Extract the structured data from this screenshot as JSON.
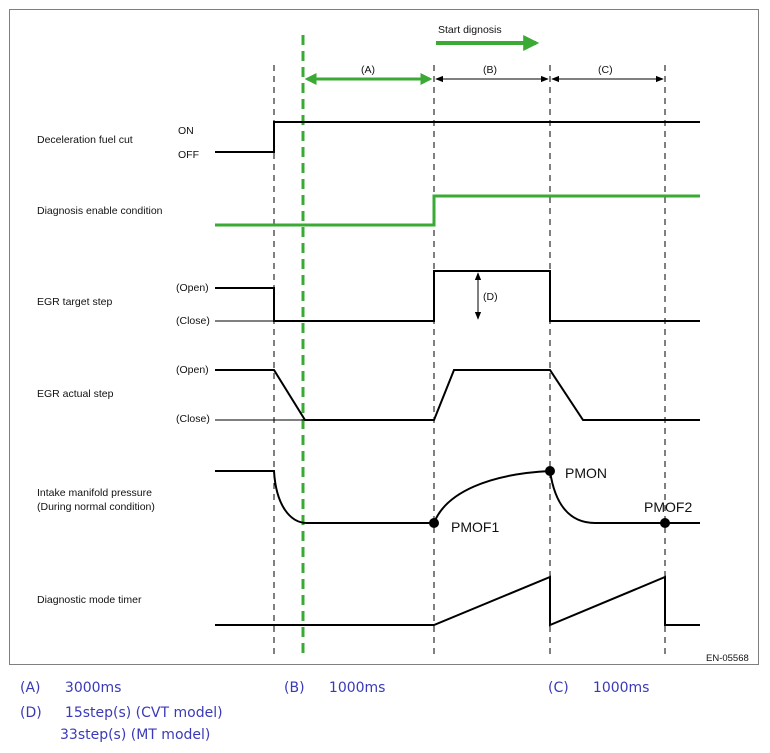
{
  "diagram": {
    "start_label": "Start dignosis",
    "segments": {
      "a": "(A)",
      "b": "(B)",
      "c": "(C)",
      "d": "(D)"
    },
    "signals": {
      "decel": {
        "label": "Deceleration fuel cut",
        "on": "ON",
        "off": "OFF"
      },
      "enable": {
        "label": "Diagnosis enable condition"
      },
      "egr_target": {
        "label": "EGR target step",
        "open": "(Open)",
        "close": "(Close)"
      },
      "egr_actual": {
        "label": "EGR actual step",
        "open": "(Open)",
        "close": "(Close)"
      },
      "imp": {
        "label_line1": "Intake manifold pressure",
        "label_line2": "(During normal condition)",
        "pmof1": "PMOF1",
        "pmon": "PMON",
        "pmof2": "PMOF2"
      },
      "timer": {
        "label": "Diagnostic mode timer"
      }
    },
    "code": "EN-05568",
    "colors": {
      "signal": "#000000",
      "highlight": "#3aaa35",
      "legend_text": "#3a3ab8",
      "frame": "#7f7f7f"
    }
  },
  "legend": {
    "a": {
      "key": "(A)",
      "value": "3000ms"
    },
    "b": {
      "key": "(B)",
      "value": "1000ms"
    },
    "c": {
      "key": "(C)",
      "value": "1000ms"
    },
    "d": {
      "key": "(D)",
      "value_1": "15step(s) (CVT model)",
      "value_2": "33step(s) (MT model)"
    }
  }
}
